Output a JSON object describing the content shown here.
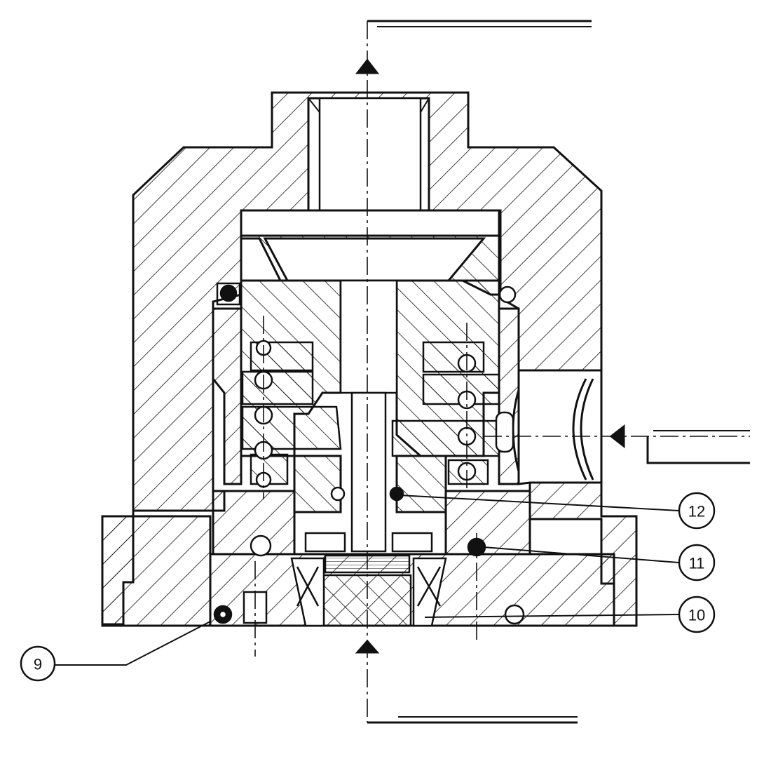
{
  "callouts": [
    {
      "id": "9",
      "label": "9"
    },
    {
      "id": "10",
      "label": "10"
    },
    {
      "id": "11",
      "label": "11"
    },
    {
      "id": "12",
      "label": "12"
    }
  ],
  "colors": {
    "ink": "#111111",
    "paper": "#ffffff"
  }
}
